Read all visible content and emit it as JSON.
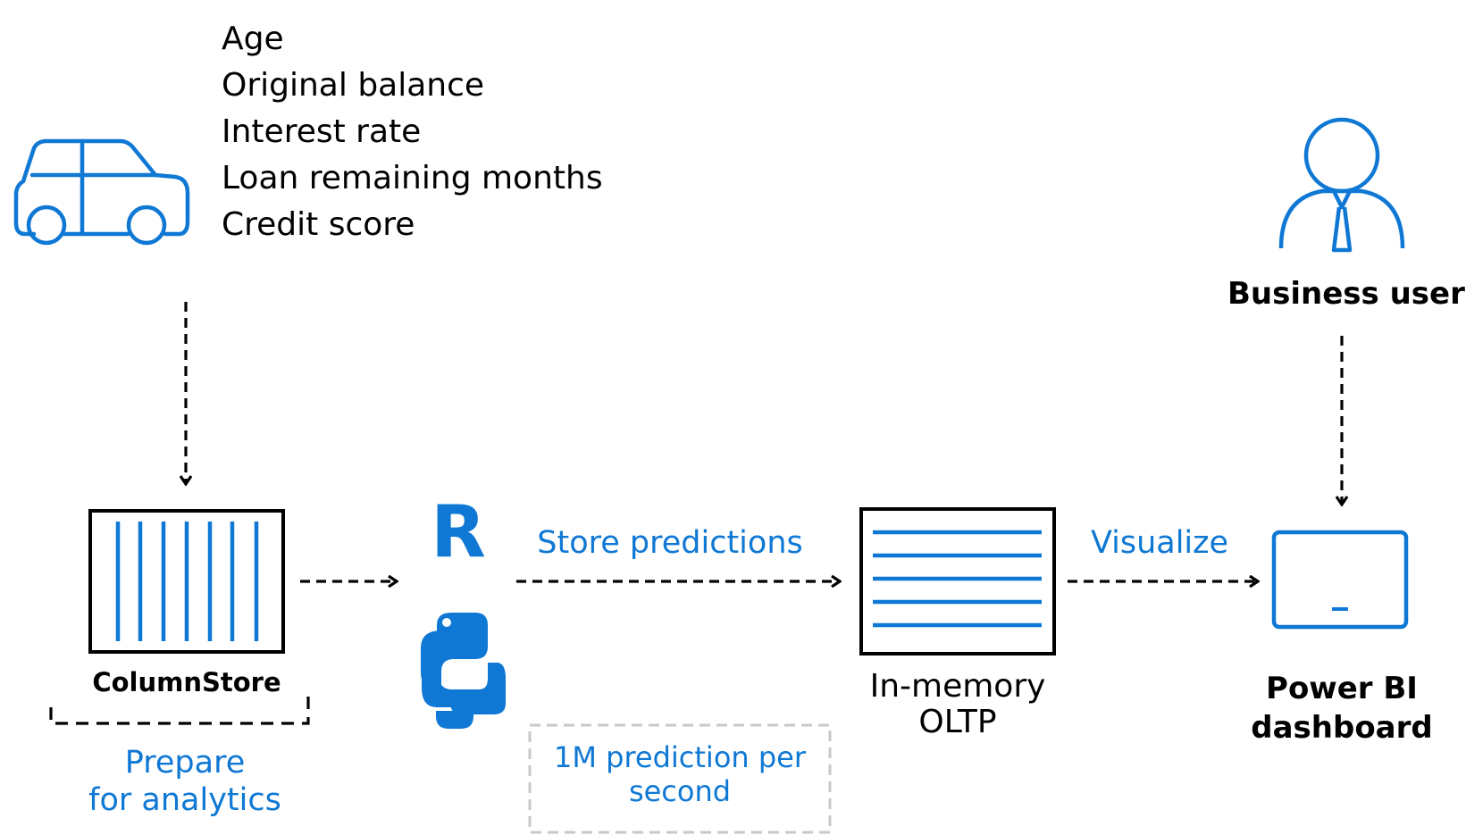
{
  "colors": {
    "accent": "#0f78d4",
    "ink": "#000000",
    "note_border": "#c8c8c8"
  },
  "source": {
    "icon": "car-icon",
    "attributes": [
      "Age",
      "Original balance",
      "Interest rate",
      "Loan remaining months",
      "Credit score"
    ]
  },
  "columnstore": {
    "icon": "columnstore-table-icon",
    "label": "ColumnStore",
    "caption_line1": "Prepare",
    "caption_line2": "for analytics"
  },
  "ml": {
    "r_label": "R",
    "python_icon": "python-logo-icon"
  },
  "store_edge": {
    "label": "Store predictions",
    "note_line1": "1M prediction  per",
    "note_line2": "second"
  },
  "oltp": {
    "icon": "rowstore-table-icon",
    "label_line1": "In-memory",
    "label_line2": "OLTP"
  },
  "visualize_edge": {
    "label": "Visualize"
  },
  "user": {
    "icon": "business-user-icon",
    "label": "Business user"
  },
  "dashboard": {
    "icon": "dashboard-monitor-icon",
    "label_line1": "Power BI",
    "label_line2": "dashboard"
  }
}
